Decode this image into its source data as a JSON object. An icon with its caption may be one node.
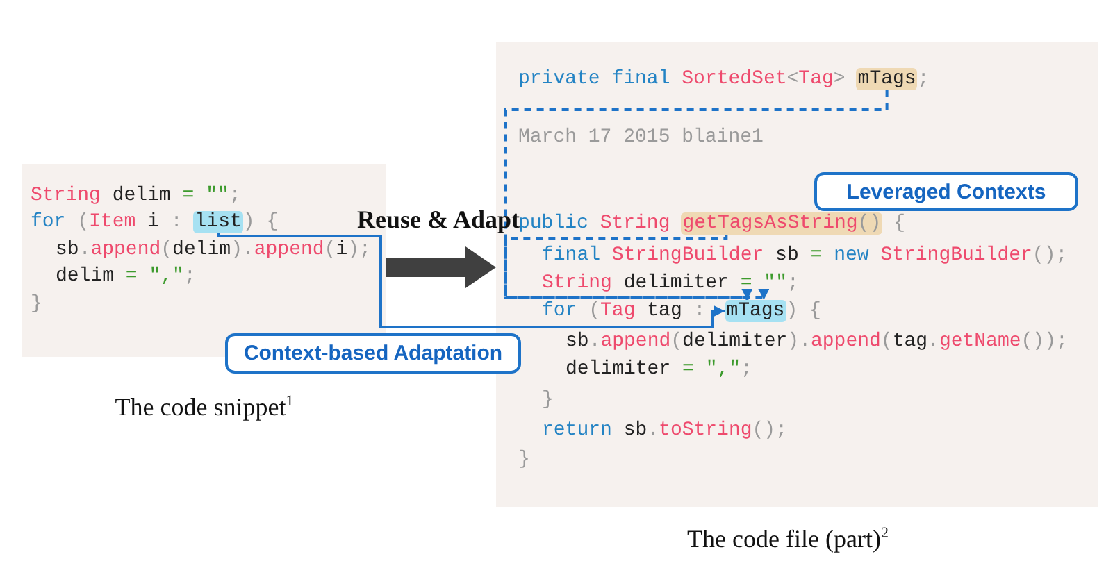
{
  "diagram": {
    "nodes": [
      {
        "text": [
          "String delim = \"\";",
          "for (Item i :",
          ") {",
          "sb.append(delim).append(i);",
          "delim = \",\";",
          "}"
        ]
      },
      {
        "text": [
          "list"
        ],
        "in": 0
      },
      {
        "text": [
          "private final SortedSet<Tag>",
          ";",
          "March 17 2015 blaine1",
          "public String",
          "{",
          "final StringBuilder sb = new StringBuilder();",
          "String delimiter = \"\";",
          "for (Tag tag :",
          ") {",
          "sb.append(delimiter).append(tag.getName());",
          "delimiter = \",\";",
          "}",
          "return sb.toString();",
          "}"
        ]
      },
      {
        "text": [
          "mTags"
        ],
        "in": 2
      },
      {
        "text": [
          "getTagsAsString()"
        ],
        "in": 2
      },
      {
        "text": [
          "mTags"
        ],
        "in": 2
      },
      {
        "text": [
          "Leveraged Contexts"
        ],
        "in": 2
      },
      {
        "text": [
          "Context-based Adaptation"
        ]
      }
    ],
    "edges": [
      {
        "from": 1,
        "to": 5,
        "arrow": "to"
      },
      {
        "from": 3,
        "to": 5,
        "arrow": "to",
        "style": "dashed"
      },
      {
        "from": 4,
        "to": 5,
        "arrow": "to",
        "style": "dashed"
      },
      {
        "from": 0,
        "to": 2,
        "arrow": "to",
        "style": "thick",
        "color": "#404040",
        "label": "Reuse & Adapt"
      }
    ],
    "labels": [
      "The code snippet$^{1}$",
      "The code file (part)$^{2}$"
    ]
  }
}
